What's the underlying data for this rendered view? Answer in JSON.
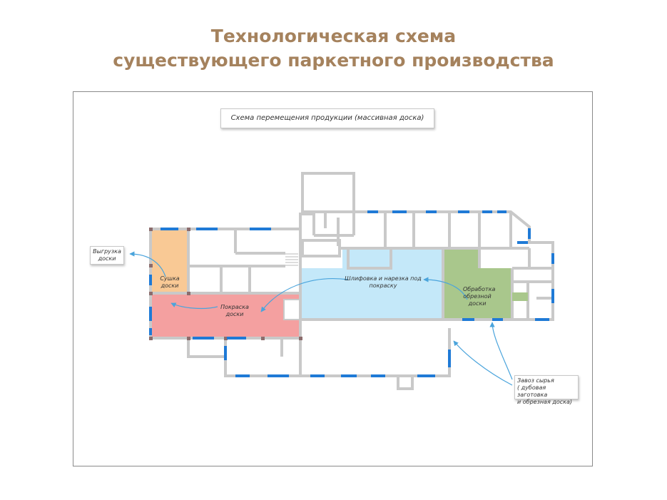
{
  "title": {
    "line1": "Технологическая схема",
    "line2": "существующего паркетного производства"
  },
  "legend": "Схема перемещения продукции (массивная доска)",
  "zones": {
    "drying": "Сушка доски",
    "painting": "Покраска доски",
    "sanding": "Шлифовка и нарезка под покраску",
    "processing": "Обработка обрезной доски"
  },
  "callouts": {
    "unloading": "Выгрузка доски",
    "intake_line1": "Завоз сырья",
    "intake_line2": "( дубовая заготовка",
    "intake_line3": "и обрезная доска)"
  },
  "colors": {
    "title": "#a5825d",
    "drying": "#f9c995",
    "painting": "#f4a0a0",
    "sanding": "#c4e8f9",
    "processing": "#a9c78c",
    "windows": "#1f7ad6",
    "arrows": "#4aa4dc",
    "walls": "#c9c9c9"
  }
}
